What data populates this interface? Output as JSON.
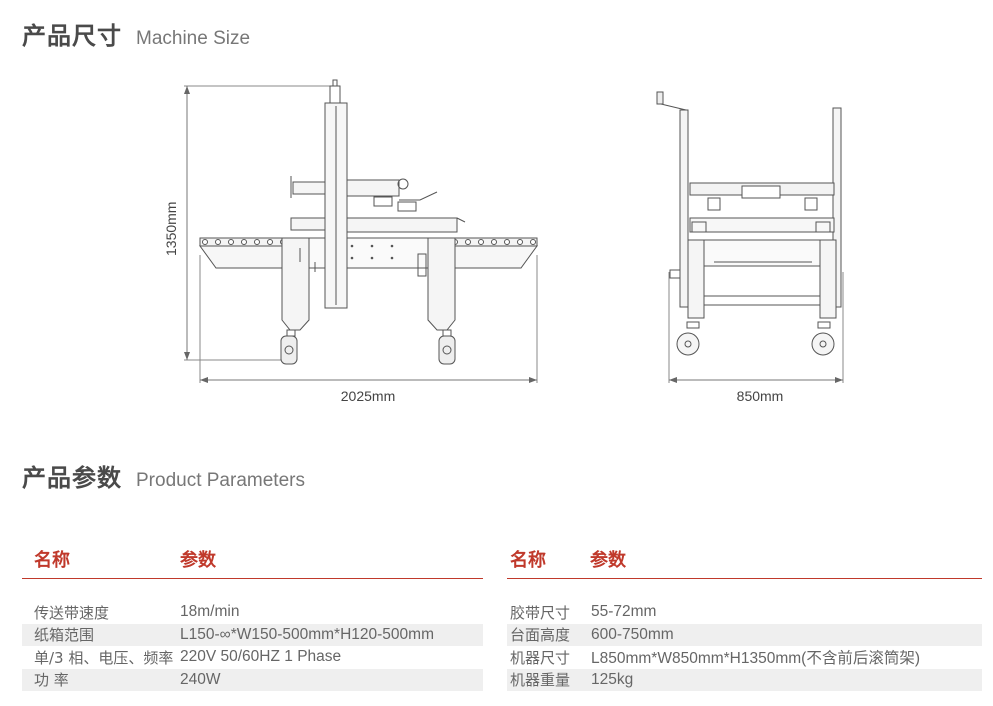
{
  "machine_size": {
    "title_zh": "产品尺寸",
    "title_en": "Machine Size",
    "dims": {
      "height": "1350mm",
      "length": "2025mm",
      "width": "850mm"
    }
  },
  "parameters": {
    "title_zh": "产品参数",
    "title_en": "Product Parameters",
    "header": {
      "name": "名称",
      "value": "参数"
    },
    "left": [
      {
        "name": "传送带速度",
        "value": "18m/min"
      },
      {
        "name": "纸箱范围",
        "value": "L150-∞*W150-500mm*H120-500mm"
      },
      {
        "name": "单/3 相、电压、频率",
        "value": "220V 50/60HZ 1 Phase"
      },
      {
        "name": "功 率",
        "value": "240W"
      }
    ],
    "right": [
      {
        "name": "胶带尺寸",
        "value": "55-72mm"
      },
      {
        "name": "台面高度",
        "value": "600-750mm"
      },
      {
        "name": "机器尺寸",
        "value": "L850mm*W850mm*H1350mm(不含前后滚筒架)"
      },
      {
        "name": "机器重量",
        "value": "125kg"
      }
    ]
  },
  "colors": {
    "accent": "#c0392b",
    "row_shade": "#efefef"
  }
}
